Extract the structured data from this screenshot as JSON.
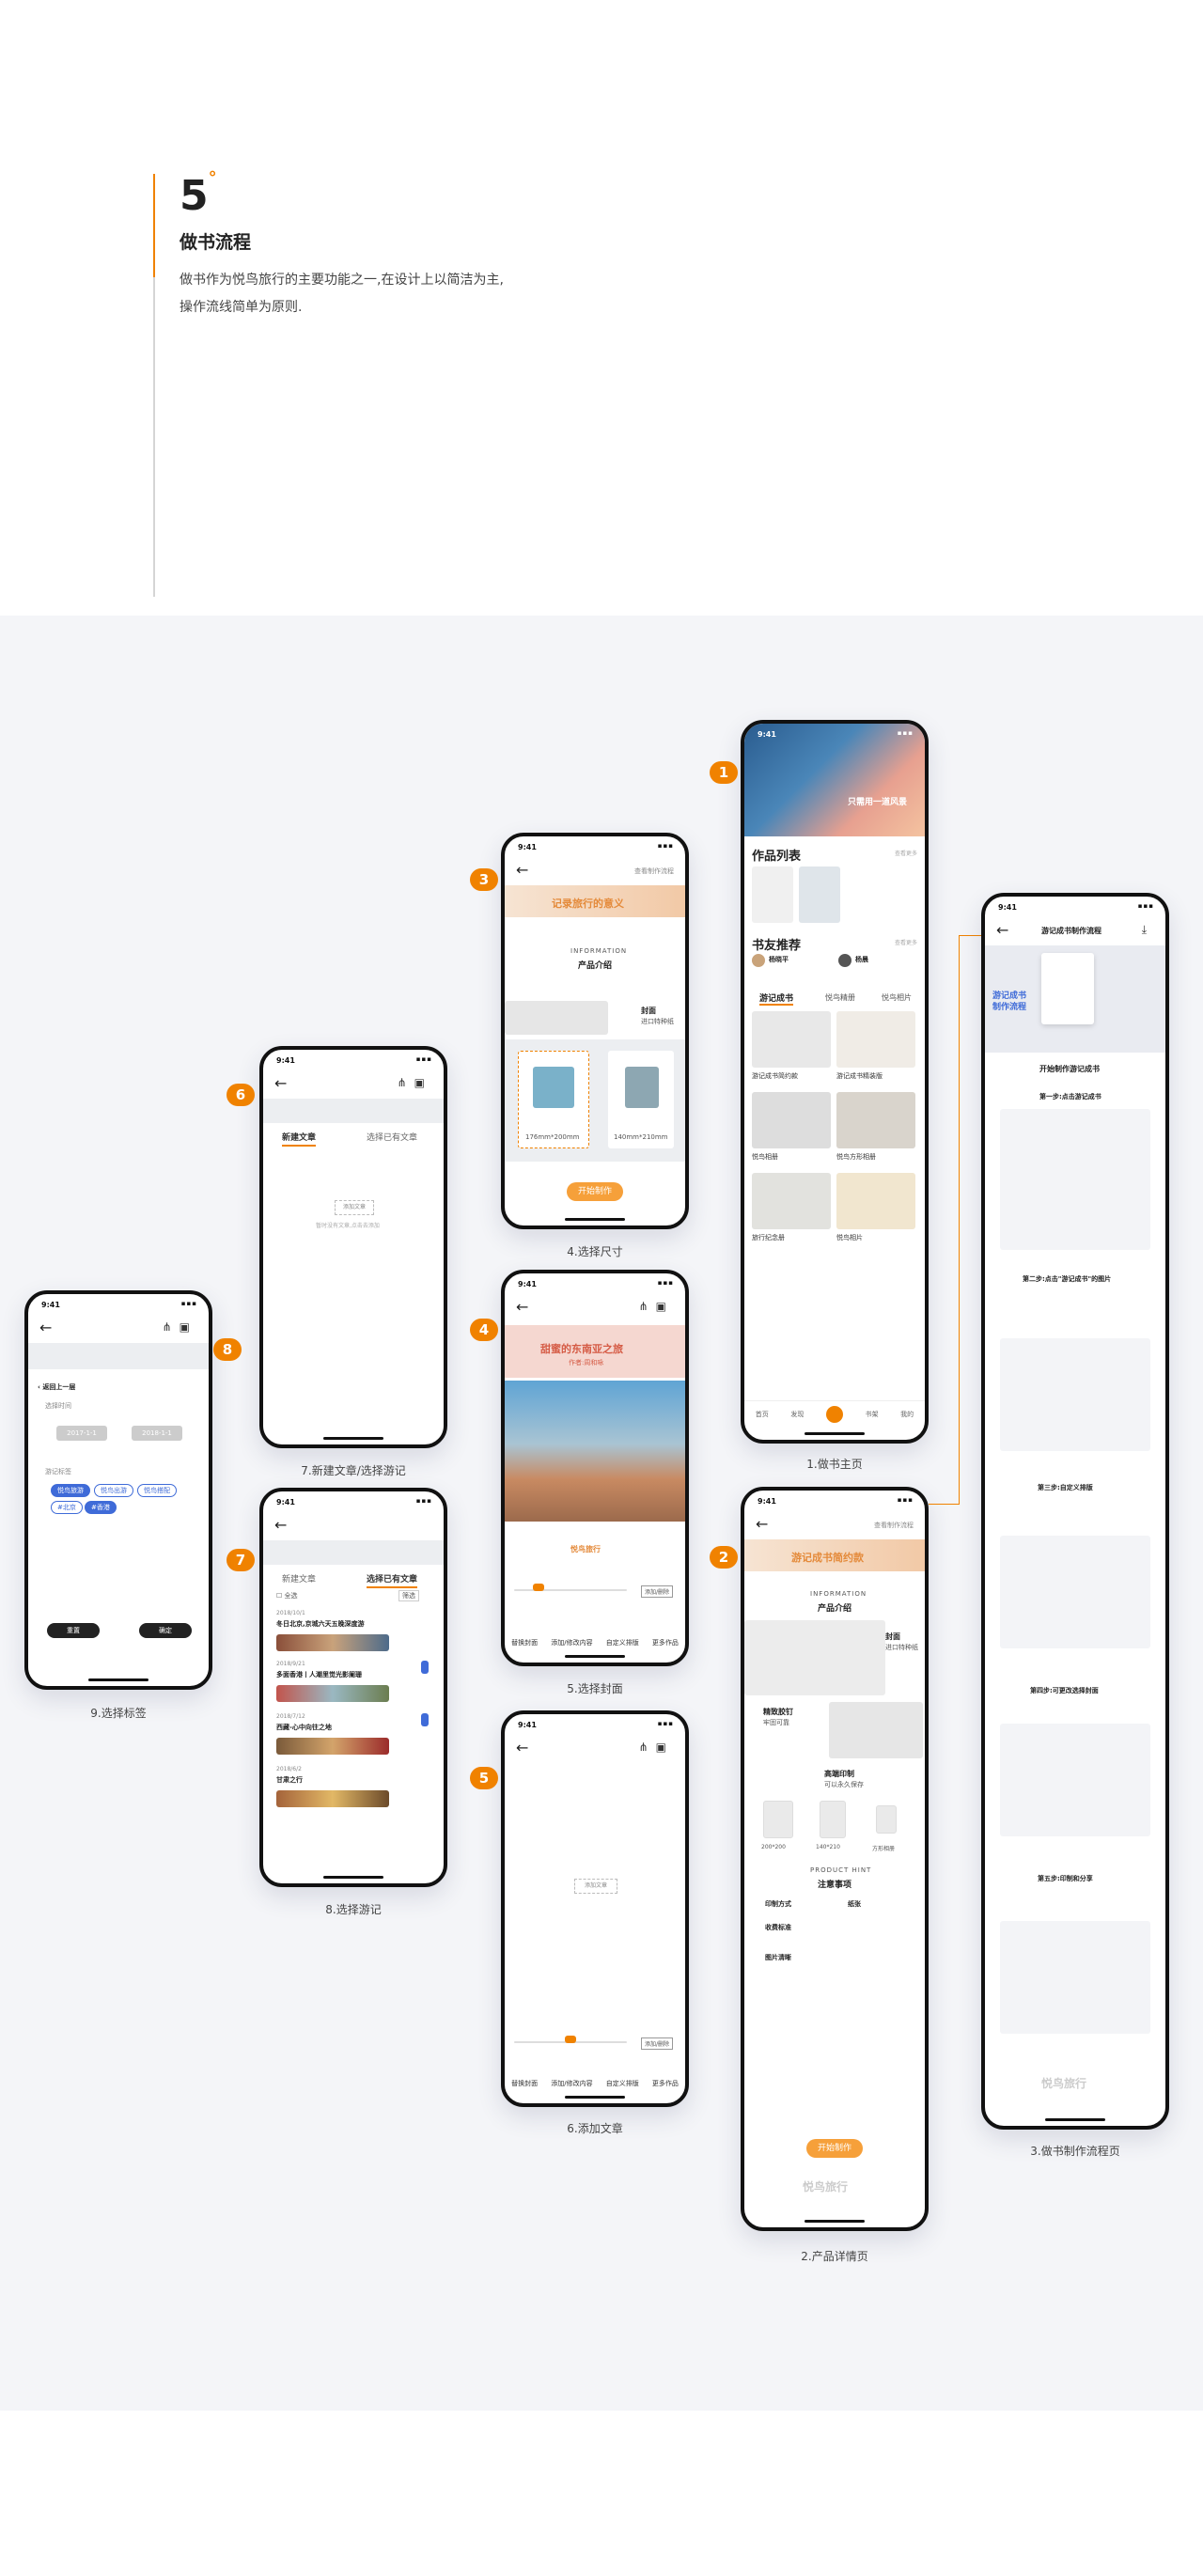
{
  "header": {
    "number": "5",
    "title": "做书流程",
    "desc_line1": "做书作为悦鸟旅行的主要功能之一,在设计上以简洁为主,",
    "desc_line2": "操作流线简单为原则."
  },
  "colors": {
    "accent": "#f08200",
    "blue": "#3f6bd8",
    "band": "#f4f5f8"
  },
  "status_time": "9:41",
  "badges": [
    "1",
    "2",
    "3",
    "4",
    "5",
    "6",
    "7",
    "8"
  ],
  "captions": {
    "home": "1.做书主页",
    "detail": "2.产品详情页",
    "size": "4.选择尺寸",
    "cover": "5.选择封面",
    "add_text": "6.添加文章",
    "new_text": "7.新建文章/选择游记",
    "trip": "8.选择游记",
    "tags": "9.选择标签",
    "flow": "3.做书制作流程页"
  },
  "home": {
    "banner": "只需用一道风景",
    "works_title": "作品列表",
    "works_more": "查看更多",
    "friends_title": "书友推荐",
    "friends_more": "查看更多",
    "friend1": "杨晓平",
    "friend2": "杨晨",
    "tabs": [
      "游记成书",
      "悦鸟精册",
      "悦鸟相片"
    ],
    "products": [
      "游记成书简约款",
      "游记成书精装版",
      "悦鸟相册",
      "悦鸟方形相册",
      "旅行纪念册",
      "悦鸟相片"
    ],
    "tabbar": [
      "首页",
      "发现",
      "",
      "书架",
      "我的"
    ]
  },
  "detail": {
    "link": "查看制作流程",
    "banner": "游记成书简约款",
    "info_en": "INFORMATION",
    "info_cn": "产品介绍",
    "f1": "封面",
    "f1s": "进口特种纸",
    "f2": "精致胶钉",
    "f2s": "牢固可靠",
    "f3": "高端印制",
    "f3s": "可以永久保存",
    "sizes": [
      "200*200",
      "140*210",
      "方形相册"
    ],
    "hint_en": "PRODUCT HINT",
    "hint_cn": "注意事项",
    "h1": "印制方式",
    "h2": "纸张",
    "h3": "收费标准",
    "h4": "图片清晰",
    "btn": "开始制作",
    "logo": "悦鸟旅行"
  },
  "size": {
    "link": "查看制作流程",
    "banner": "记录旅行的意义",
    "info_en": "INFORMATION",
    "info_cn": "产品介绍",
    "f1": "封面",
    "f1s": "进口特种纸",
    "opt1": "176mm*200mm",
    "opt2": "140mm*210mm",
    "btn": "开始制作"
  },
  "cover": {
    "title": "甜蜜的东南亚之旅",
    "subtitle": "作者:周和咏",
    "logo": "悦鸟旅行",
    "tool": [
      "替换封面",
      "添加/修改内容",
      "自定义排版",
      "更多作品"
    ],
    "page_btn": "添加/删除"
  },
  "addtext": {
    "placeholder": "添加文章",
    "tool": [
      "替换封面",
      "添加/修改内容",
      "自定义排版",
      "更多作品"
    ],
    "page_btn": "添加/删除"
  },
  "newtext": {
    "tab1": "新建文章",
    "tab2": "选择已有文章",
    "btn": "添加文章",
    "hint": "暂时没有文章,点击去添加"
  },
  "trip": {
    "tab1": "新建文章",
    "tab2": "选择已有文章",
    "all": "全选",
    "filter": "筛选",
    "items": [
      {
        "date": "2018/10/1",
        "title": "冬日北京,京城六天五晚深度游"
      },
      {
        "date": "2018/9/21",
        "title": "多面香港丨人潮里觉光影阑珊"
      },
      {
        "date": "2018/7/12",
        "title": "西藏-心中向往之地"
      },
      {
        "date": "2018/6/2",
        "title": "甘肃之行"
      }
    ]
  },
  "tags": {
    "back": "返回上一层",
    "time_label": "选择时间",
    "from": "2017-1-1",
    "to": "2018-1-1",
    "tag_label": "游记标签",
    "tags": [
      "悦鸟旅游",
      "悦鸟出游",
      "悦鸟搭配",
      "#北京",
      "#香港"
    ],
    "reset": "重置",
    "ok": "确定"
  },
  "flow": {
    "title": "游记成书制作流程",
    "cover": "游记成书\n制作流程",
    "step0": "开始制作游记成书",
    "step1": "第一步:点击游记成书",
    "step2": "第二步:点击\"游记成书\"的图片",
    "step3": "第三步:自定义排版",
    "step4": "第四步:可更改选择封面",
    "step5": "第五步:印制和分享",
    "logo": "悦鸟旅行"
  }
}
